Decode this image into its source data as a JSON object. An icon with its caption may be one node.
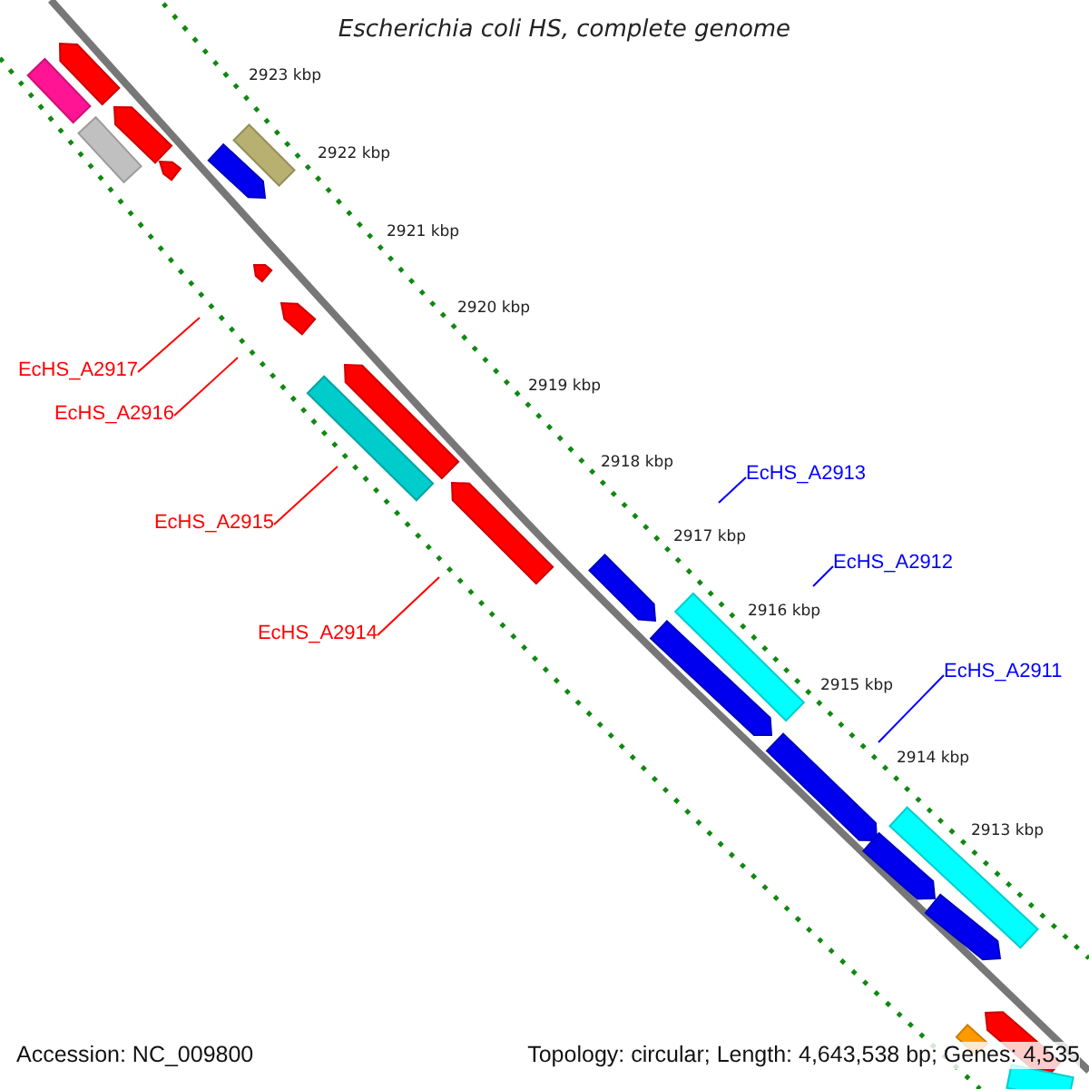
{
  "diagram": {
    "title": "Escherichia coli HS, complete genome",
    "nodes": [
      {
        "text": [
          "EcHS_A2917"
        ]
      },
      {
        "text": [
          "EcHS_A2916"
        ]
      },
      {
        "text": [
          "EcHS_A2915"
        ]
      },
      {
        "text": [
          "EcHS_A2914"
        ]
      },
      {
        "text": [
          "EcHS_A2913"
        ]
      },
      {
        "text": [
          "EcHS_A2912"
        ]
      },
      {
        "text": [
          "EcHS_A2911"
        ]
      }
    ],
    "edges": [
      {
        "from": 0,
        "to": null,
        "arrow": "none"
      },
      {
        "from": 1,
        "to": null,
        "arrow": "none"
      },
      {
        "from": 2,
        "to": null,
        "arrow": "none"
      },
      {
        "from": 3,
        "to": null,
        "arrow": "none"
      },
      {
        "from": 4,
        "to": null,
        "arrow": "none",
        "color": "#0000ff"
      },
      {
        "from": 5,
        "to": null,
        "arrow": "none",
        "color": "#0000ff"
      },
      {
        "from": 6,
        "to": null,
        "arrow": "none",
        "color": "#0000ff"
      }
    ],
    "labels": [
      "2923 kbp",
      "2922 kbp",
      "2921 kbp",
      "2920 kbp",
      "2919 kbp",
      "2918 kbp",
      "2917 kbp",
      "2916 kbp",
      "2915 kbp",
      "2914 kbp",
      "2913 kbp",
      "Accession: NC_009800",
      "Topology: circular; Length: 4,643,538 bp; Genes: 4,535"
    ]
  }
}
